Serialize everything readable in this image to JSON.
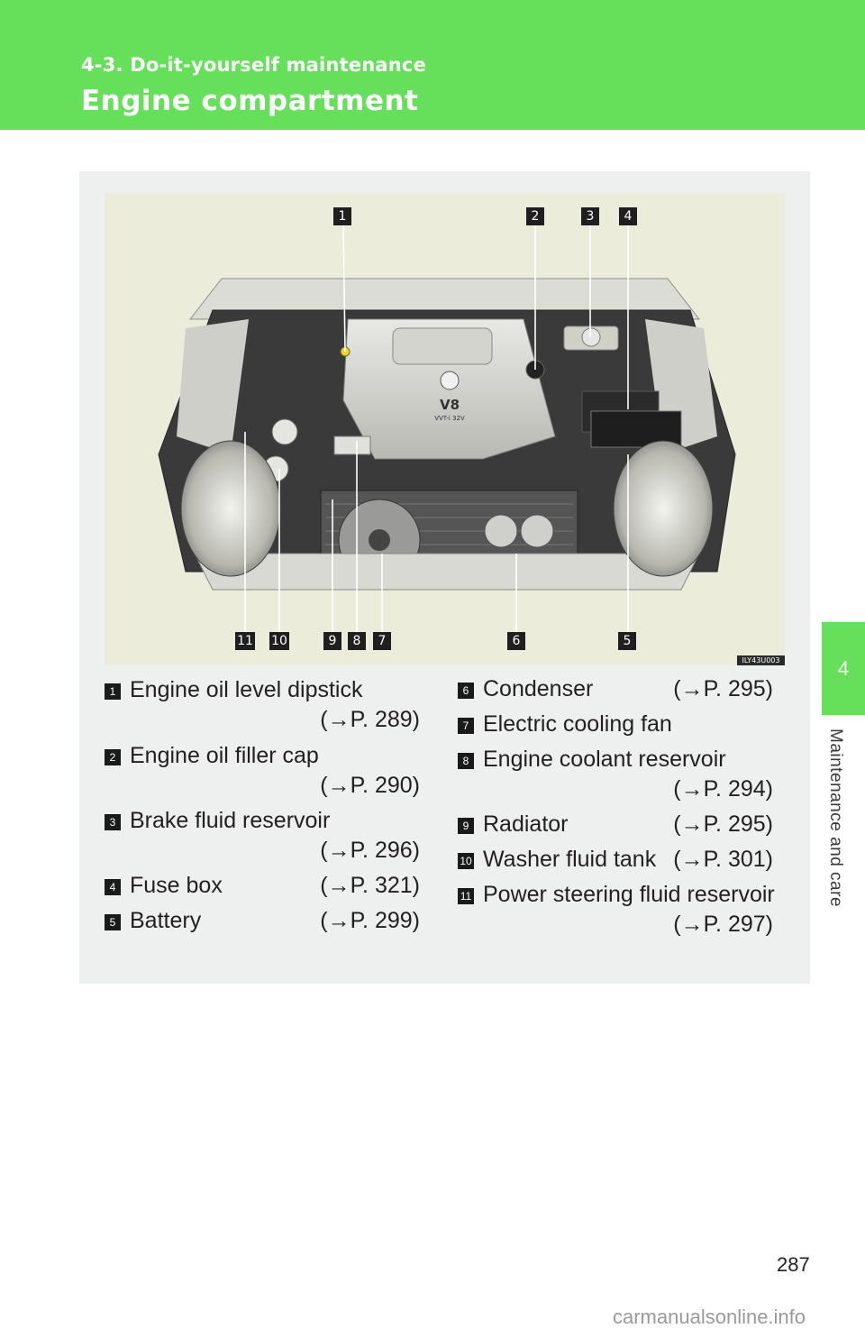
{
  "header": {
    "section": "4-3. Do-it-yourself maintenance",
    "title": "Engine compartment"
  },
  "side_tab": {
    "number": "4",
    "label": "Maintenance and care"
  },
  "figure": {
    "code": "ILY43U003",
    "emblem_text": "V8",
    "emblem_sub": "VVT-i 32V",
    "markers_top": [
      "1",
      "2",
      "3",
      "4"
    ],
    "markers_bottom": [
      "11",
      "10",
      "9",
      "8",
      "7",
      "6",
      "5"
    ]
  },
  "legend": {
    "left": [
      {
        "num": "1",
        "label": "Engine oil level dipstick",
        "ref": "(→P. 289)"
      },
      {
        "num": "2",
        "label": "Engine oil filler cap",
        "ref": "(→P. 290)"
      },
      {
        "num": "3",
        "label": "Brake fluid reservoir",
        "ref": "(→P. 296)"
      },
      {
        "num": "4",
        "label": "Fuse box",
        "ref": "(→P. 321)"
      },
      {
        "num": "5",
        "label": "Battery",
        "ref": "(→P. 299)"
      }
    ],
    "right": [
      {
        "num": "6",
        "label": "Condenser",
        "ref": "(→P. 295)"
      },
      {
        "num": "7",
        "label": "Electric cooling fan",
        "ref": ""
      },
      {
        "num": "8",
        "label": "Engine coolant reservoir",
        "ref": "(→P. 294)"
      },
      {
        "num": "9",
        "label": "Radiator",
        "ref": "(→P. 295)"
      },
      {
        "num": "10",
        "label": "Washer fluid tank",
        "ref": "(→P. 301)"
      },
      {
        "num": "11",
        "label": "Power steering fluid reservoir",
        "ref": "(→P. 297)"
      }
    ]
  },
  "page_number": "287",
  "watermark": "carmanualsonline.info"
}
